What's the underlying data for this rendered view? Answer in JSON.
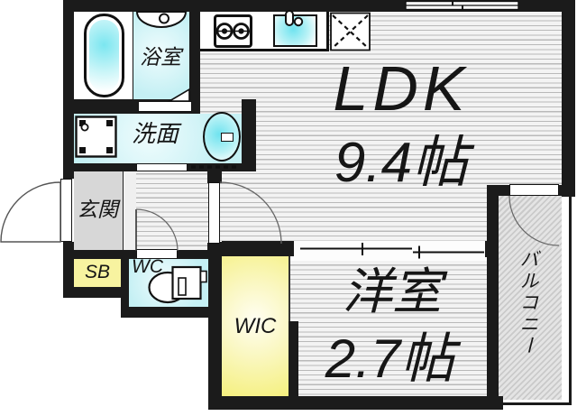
{
  "plan": {
    "title": "1K apartment floor plan",
    "style": "japanese-madori",
    "colors": {
      "wall": "#1b1b1b",
      "water_room_cyan": "#c5f0f4",
      "closet_yellow": "#f5f07e",
      "shoebox_yellow": "#f7f3a0",
      "entrance_gray": "#d7d7d7",
      "floor_stripe": "#b9b9b9",
      "balcony_gray": "#d4d4d4"
    }
  },
  "rooms": {
    "ldk": {
      "label": "LDK",
      "size": "9.4帖"
    },
    "western_room": {
      "label": "洋室",
      "size": "2.7帖"
    },
    "bathroom": {
      "label": "浴室"
    },
    "washroom": {
      "label": "洗面"
    },
    "toilet": {
      "label": "WC"
    },
    "entrance": {
      "label": "玄関"
    },
    "shoe_box": {
      "label": "SB"
    },
    "walk_in_closet": {
      "label": "WIC"
    },
    "balcony": {
      "label": "バルコニー"
    }
  },
  "fixtures": {
    "bathtub": "bathtub",
    "bath_counter": "bath-counter",
    "washing_machine": "washing-machine-pan",
    "washroom_sink": "wash-basin",
    "kitchen_stove": "two-burner-stove",
    "kitchen_sink": "kitchen-sink",
    "refrigerator_space": "refrigerator-space",
    "toilet_unit": "toilet",
    "window": "sliding-window",
    "sliding_partition": "two-panel-sliding-door"
  }
}
